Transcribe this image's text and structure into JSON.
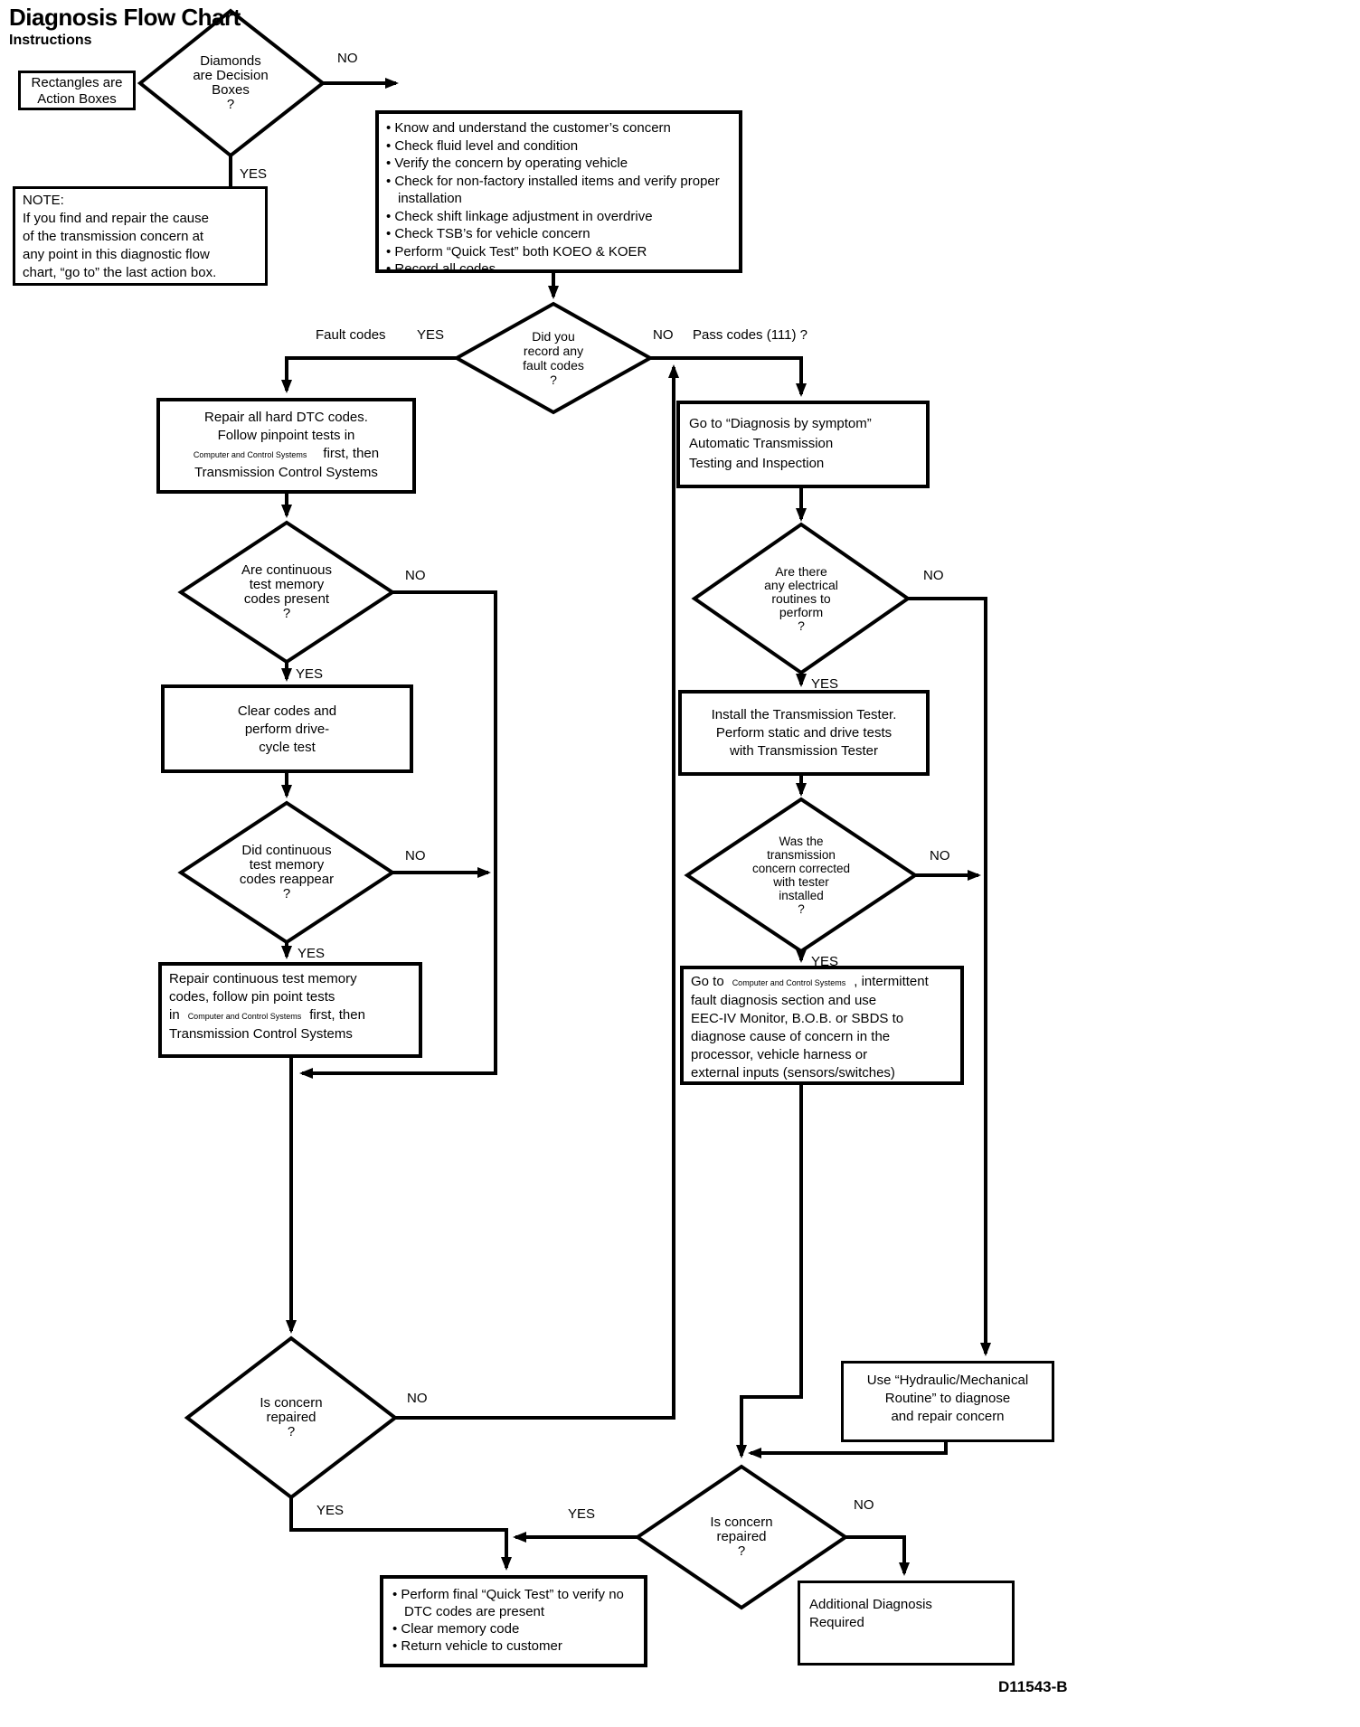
{
  "title": "Diagnosis Flow Chart",
  "subtitle": "Instructions",
  "legend": {
    "action_box_lines": [
      "Rectangles are",
      "Action Boxes"
    ],
    "decision_diamond_lines": [
      "Diamonds",
      "are Decision",
      "Boxes",
      "?"
    ]
  },
  "note": {
    "heading": "NOTE:",
    "lines": [
      "If you find and repair the cause",
      "of the transmission concern at",
      "any point in this diagnostic flow",
      "chart, “go to” the last action box."
    ]
  },
  "labels": {
    "yes": "YES",
    "no": "NO",
    "fault_codes": "Fault codes",
    "pass_codes": "Pass codes (111) ?",
    "doc_id": "D11543-B"
  },
  "start_box": {
    "bullets": [
      "Know and understand the customer’s concern",
      "Check fluid level and condition",
      "Verify the concern by operating vehicle",
      "Check for non-factory installed items and verify proper installation",
      "Check shift linkage adjustment in overdrive",
      "Check TSB’s for vehicle concern",
      "Perform “Quick Test” both KOEO & KOER",
      "Record all codes"
    ]
  },
  "decisions": {
    "record_fault_codes": {
      "lines": [
        "Did you",
        "record any",
        "fault codes",
        "?"
      ]
    },
    "continuous_present": {
      "lines": [
        "Are continuous",
        "test memory",
        "codes present",
        "?"
      ]
    },
    "codes_reappear": {
      "lines": [
        "Did continuous",
        "test memory",
        "codes reappear",
        "?"
      ]
    },
    "concern_repaired_left": {
      "lines": [
        "Is concern",
        "repaired",
        "?"
      ]
    },
    "electrical_routines": {
      "lines": [
        "Are there",
        "any electrical",
        "routines to",
        "perform",
        "?"
      ]
    },
    "concern_corrected": {
      "lines": [
        "Was the",
        "transmission",
        "concern corrected",
        "with tester",
        "installed",
        "?"
      ]
    },
    "concern_repaired_right": {
      "lines": [
        "Is concern",
        "repaired",
        "?"
      ]
    }
  },
  "boxes": {
    "repair_hard_dtc": {
      "line1": "Repair all hard DTC codes.",
      "line2": "Follow pinpoint tests in",
      "ref": "Computer and Control Systems",
      "line3_rest": "first, then",
      "line4": "Transmission Control Systems"
    },
    "clear_codes": {
      "lines": [
        "Clear codes and",
        "perform drive-",
        "cycle test"
      ]
    },
    "repair_continuous": {
      "line1": "Repair continuous test memory",
      "line2": "codes, follow pin point tests",
      "line3_pre": "in",
      "ref": "Computer and Control Systems",
      "line3_rest": "first, then",
      "line4": "Transmission Control Systems"
    },
    "diagnosis_by_symptom": {
      "lines": [
        "Go to “Diagnosis by symptom”",
        "Automatic Transmission",
        "Testing and Inspection"
      ]
    },
    "install_tester": {
      "lines": [
        "Install the Transmission Tester.",
        "Perform static and drive tests",
        "with Transmission Tester"
      ]
    },
    "intermittent": {
      "line1_pre": "Go to",
      "ref": "Computer and Control Systems",
      "line1_rest": ", intermittent",
      "lines": [
        "fault diagnosis section and use",
        "EEC-IV Monitor, B.O.B. or SBDS to",
        "diagnose cause of concern in the",
        "processor, vehicle harness or",
        "external inputs (sensors/switches)"
      ]
    },
    "hydraulic": {
      "lines": [
        "Use “Hydraulic/Mechanical",
        "Routine” to diagnose",
        "and repair concern"
      ]
    },
    "final": {
      "bullets": [
        "Perform final “Quick Test” to verify no DTC codes are present",
        "Clear memory code",
        "Return vehicle to customer"
      ]
    },
    "additional": {
      "lines": [
        "Additional Diagnosis",
        "Required"
      ]
    }
  }
}
